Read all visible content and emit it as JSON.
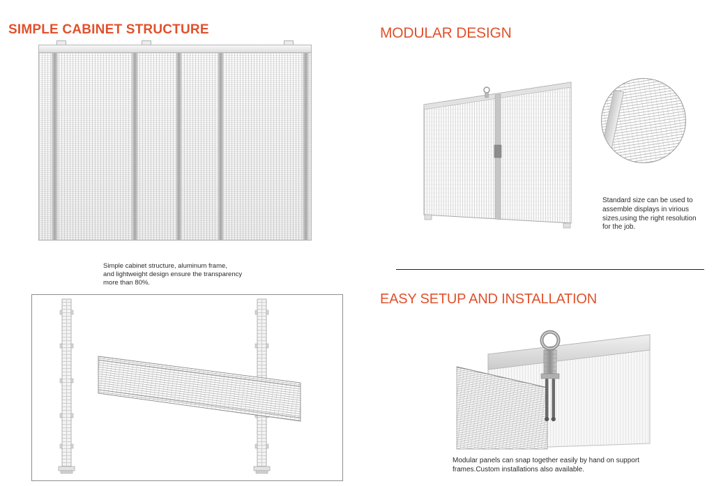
{
  "page": {
    "accent_color": "#e0512c",
    "background": "#ffffff"
  },
  "sections": {
    "cabinet": {
      "title": "SIMPLE CABINET STRUCTURE",
      "caption": "Simple cabinet structure, aluminum frame,\nand lightweight design ensure the transparency\nmore than 80%."
    },
    "modular": {
      "title": "MODULAR DESIGN",
      "caption": "Standard size can be used to\nassemble displays in virious\nsizes,using the right resolution\nfor the job."
    },
    "setup": {
      "title": "EASY SETUP AND INSTALLATION",
      "caption": "Modular panels can snap together easily by hand on support\nframes.Custom installations also available."
    }
  },
  "illustrations": {
    "cabinet_icon": "transparent-led-cabinet-front-view",
    "support_frame_icon": "led-strip-panel-on-support-posts",
    "modular_panel_icon": "angled-transparent-led-panel",
    "detail_circle_icon": "magnified-led-strip-detail",
    "setup_icon": "panel-corner-with-eyebolt-connector"
  }
}
